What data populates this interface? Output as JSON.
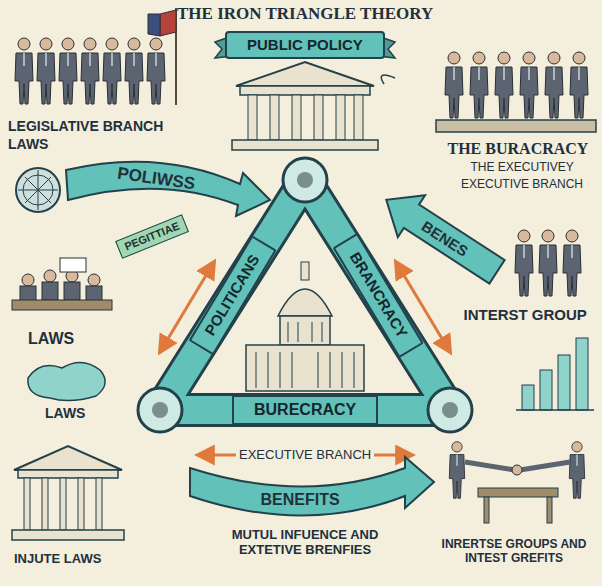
{
  "diagram": {
    "title": "THE IRON TRIANGLE THEORY",
    "nodes": [
      {
        "text": [
          "PUBLIC POLICY"
        ]
      },
      {
        "text": [
          "POLITICANS"
        ]
      },
      {
        "text": [
          "BRANCRACY"
        ]
      },
      {
        "text": [
          "BURECRACY"
        ]
      }
    ],
    "labels": [
      "LEGISLATIVE BRANCH",
      "LAWS",
      "POLIWSS",
      "PEGITTIAE",
      "LAWS",
      "LAWS",
      "INJUTE LAWS",
      "THE BURACRACY",
      "THE EXECUTIVEY",
      "EXECUTIVE BRANCH",
      "BENES",
      "INTERST GROUP",
      "EXECUTIVE BRANCH",
      "BENEFITS",
      "MUTUL INFUENCE AND EXTETIVE BRENFIES",
      "INRERTSE GROUPS AND INTEST GREFITS"
    ]
  }
}
